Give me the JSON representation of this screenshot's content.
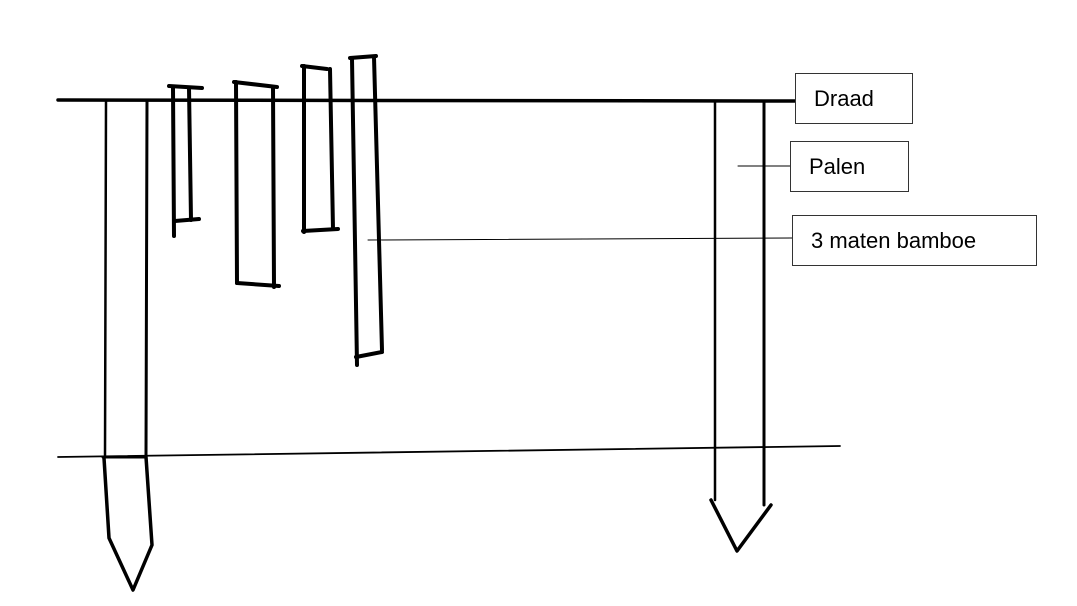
{
  "labels": {
    "wire": "Draad",
    "posts": "Palen",
    "bamboo": "3 maten bamboe"
  },
  "colors": {
    "ink": "#000000",
    "box_border": "#333333",
    "background": "#ffffff"
  }
}
